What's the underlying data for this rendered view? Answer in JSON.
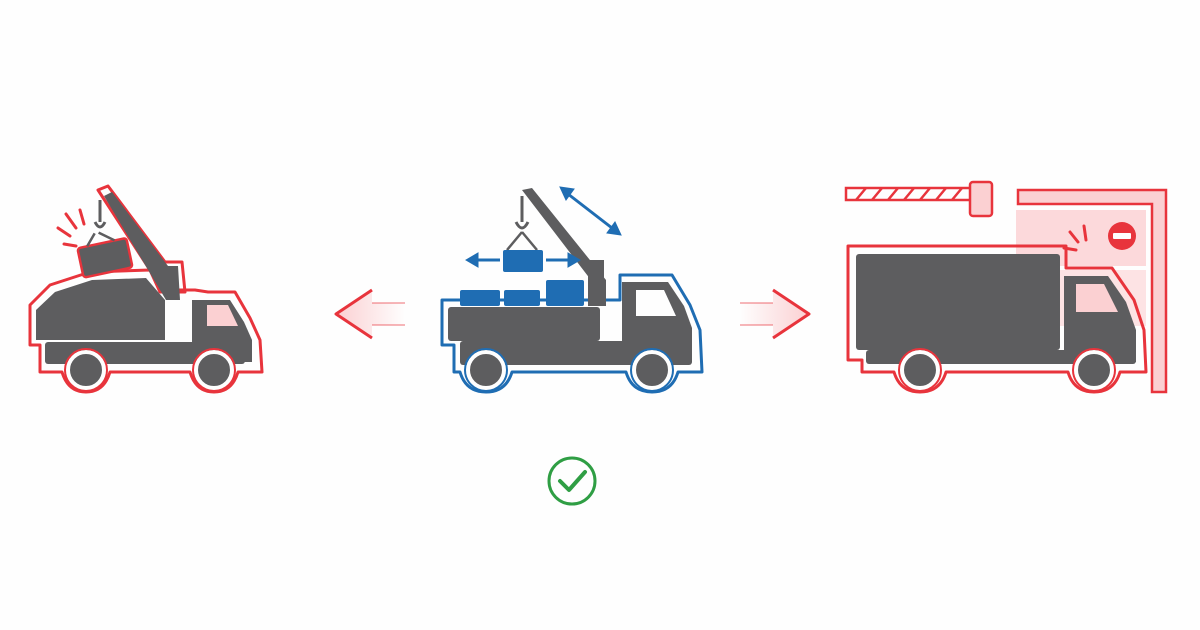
{
  "colors": {
    "background": "#fefefe",
    "truck_gray": "#5d5d5f",
    "warning_red": "#e8343c",
    "warning_fill": "#fbd0d2",
    "ok_blue": "#1f6db3",
    "ok_green": "#2f9e44"
  },
  "panels": [
    {
      "id": "left",
      "status": "warning",
      "icons": [
        "crane-truck-icon",
        "overloaded-cargo-icon",
        "swinging-load-icon",
        "impact-burst-icon"
      ]
    },
    {
      "id": "center",
      "status": "ok",
      "icons": [
        "crane-truck-icon",
        "crane-hook-icon",
        "cargo-box-icon",
        "double-arrow-icon",
        "check-circle-icon"
      ]
    },
    {
      "id": "right",
      "status": "warning",
      "icons": [
        "box-truck-icon",
        "barrier-gate-icon",
        "no-entry-icon",
        "alert-burst-icon"
      ]
    }
  ],
  "arrows": [
    {
      "id": "left-arrow",
      "direction": "left",
      "color": "warning_red"
    },
    {
      "id": "right-arrow",
      "direction": "right",
      "color": "warning_red"
    }
  ]
}
